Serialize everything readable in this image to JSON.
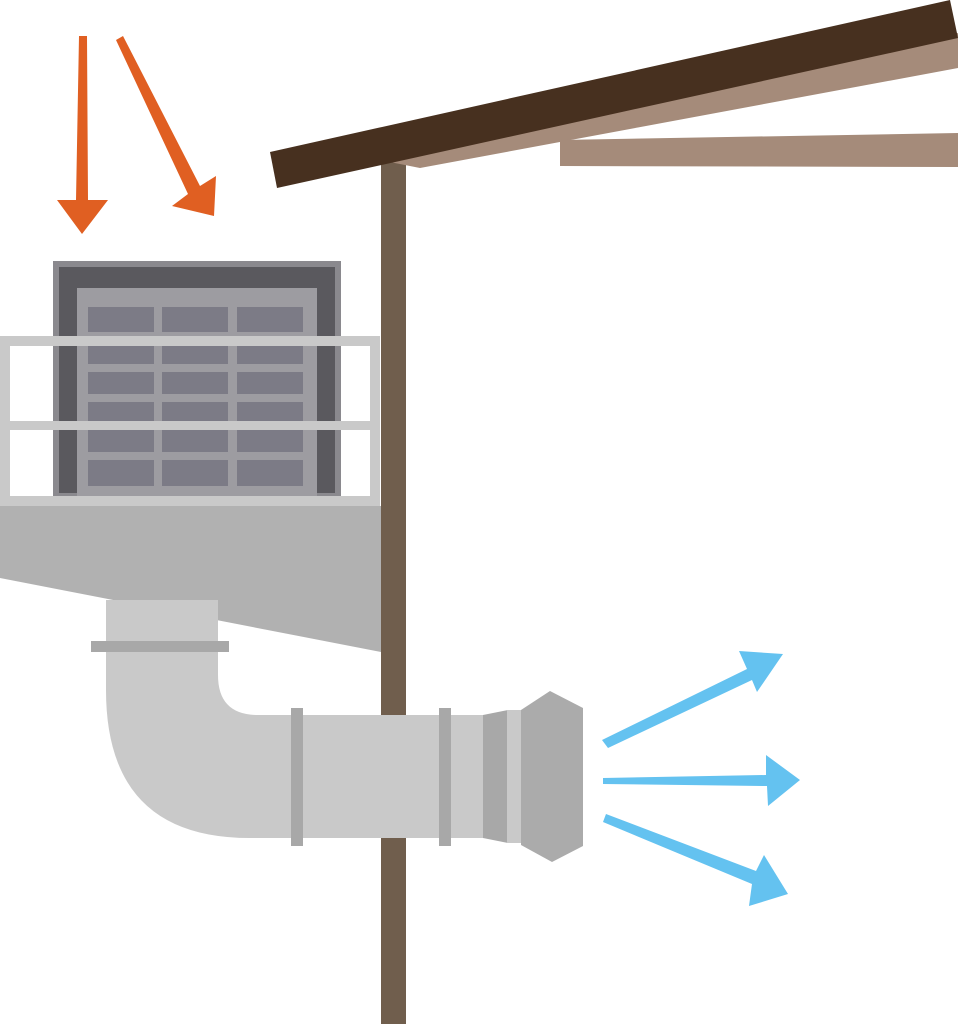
{
  "colors": {
    "background": "#ffffff",
    "roof_dark": "#47301f",
    "roof_light": "#a58b7a",
    "post": "#705e4d",
    "heat_arrow": "#e05f22",
    "cool_air_arrow": "#64c2f0",
    "unit_frame": "#5a595e",
    "unit_outer": "#8a898e",
    "unit_panel": "#9d9ca1",
    "unit_cells": "#7c7b86",
    "railing": "#c9c9c9",
    "platform": "#b1b1b1",
    "duct": "#c9c9c9",
    "duct_band": "#a8a8a8",
    "nozzle": "#ababab"
  },
  "components": [
    {
      "name": "sun-heat-arrows",
      "count": 2
    },
    {
      "name": "roof"
    },
    {
      "name": "support-post"
    },
    {
      "name": "evaporative-cooler-unit"
    },
    {
      "name": "platform-with-railing"
    },
    {
      "name": "air-duct"
    },
    {
      "name": "cool-air-arrows",
      "count": 3
    }
  ]
}
